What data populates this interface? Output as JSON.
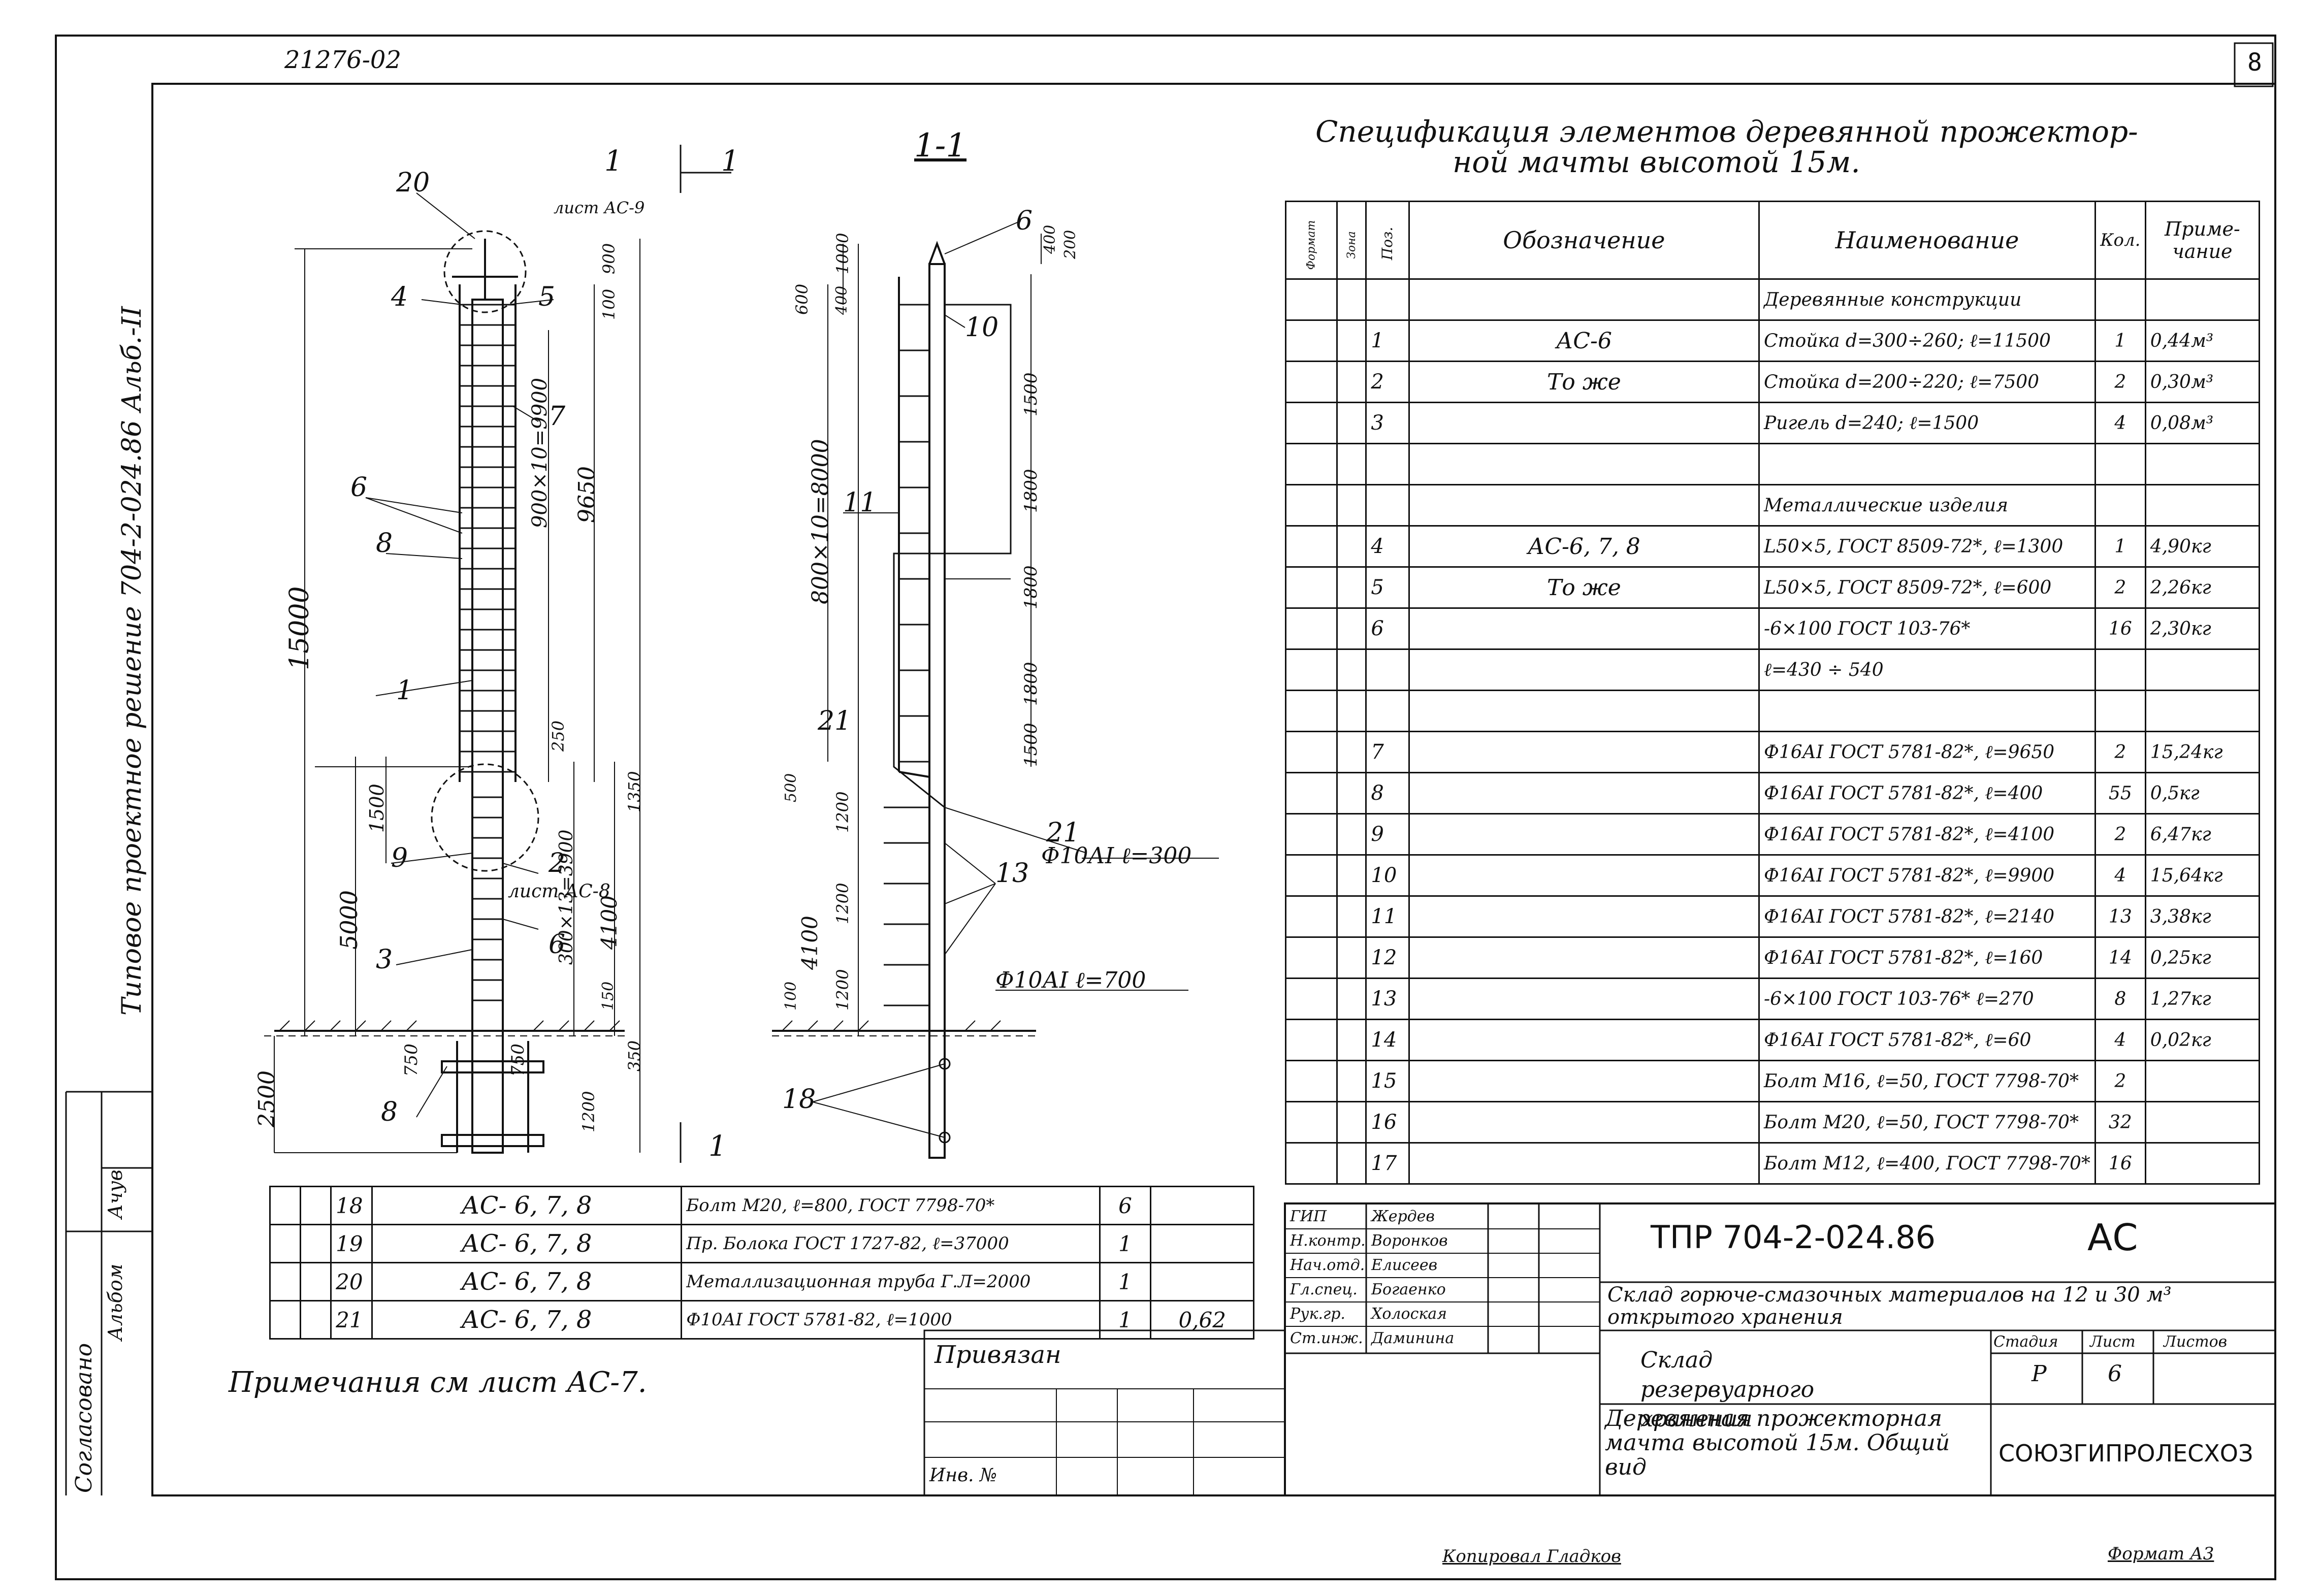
{
  "header": {
    "album_code": "21276-02",
    "sheet_number": "8"
  },
  "side_text": {
    "title": "Типовое проектное решение 704-2-024.86 Альб.-II",
    "agreed": "Согласовано",
    "approved_short": "Альбом",
    "approved_sig": "Ачув"
  },
  "spec_title": {
    "line1": "Спецификация элементов деревянной прожектор-",
    "line2": "ной мачты высотой 15м."
  },
  "spec_header": {
    "format": "Формат",
    "zone": "Зона",
    "pos": "Поз.",
    "designation": "Обозначение",
    "name": "Наименование",
    "qty": "Кол.",
    "note": "Приме-\nчание"
  },
  "spec_rows": [
    {
      "pos": "",
      "designation": "",
      "name": "Деревянные конструкции",
      "qty": "",
      "note": ""
    },
    {
      "pos": "1",
      "designation": "АС-6",
      "name": "Стойка d=300÷260; ℓ=11500",
      "qty": "1",
      "note": "0,44м³"
    },
    {
      "pos": "2",
      "designation": "То же",
      "name": "Стойка d=200÷220; ℓ=7500",
      "qty": "2",
      "note": "0,30м³"
    },
    {
      "pos": "3",
      "designation": "",
      "name": "Ригель d=240; ℓ=1500",
      "qty": "4",
      "note": "0,08м³"
    },
    {
      "pos": "",
      "designation": "",
      "name": "",
      "qty": "",
      "note": ""
    },
    {
      "pos": "",
      "designation": "",
      "name": "Металлические изделия",
      "qty": "",
      "note": ""
    },
    {
      "pos": "4",
      "designation": "АС-6, 7, 8",
      "name": "L50×5, ГОСТ 8509-72*, ℓ=1300",
      "qty": "1",
      "note": "4,90кг"
    },
    {
      "pos": "5",
      "designation": "То же",
      "name": "L50×5, ГОСТ 8509-72*, ℓ=600",
      "qty": "2",
      "note": "2,26кг"
    },
    {
      "pos": "6",
      "designation": "",
      "name": "-6×100 ГОСТ 103-76*",
      "qty": "16",
      "note": "2,30кг"
    },
    {
      "pos": "",
      "designation": "",
      "name": "ℓ=430 ÷ 540",
      "qty": "",
      "note": ""
    },
    {
      "pos": "",
      "designation": "",
      "name": "",
      "qty": "",
      "note": ""
    },
    {
      "pos": "7",
      "designation": "",
      "name": "Ф16АI ГОСТ 5781-82*, ℓ=9650",
      "qty": "2",
      "note": "15,24кг"
    },
    {
      "pos": "8",
      "designation": "",
      "name": "Ф16АI ГОСТ 5781-82*, ℓ=400",
      "qty": "55",
      "note": "0,5кг"
    },
    {
      "pos": "9",
      "designation": "",
      "name": "Ф16АI ГОСТ 5781-82*, ℓ=4100",
      "qty": "2",
      "note": "6,47кг"
    },
    {
      "pos": "10",
      "designation": "",
      "name": "Ф16АI ГОСТ 5781-82*, ℓ=9900",
      "qty": "4",
      "note": "15,64кг"
    },
    {
      "pos": "11",
      "designation": "",
      "name": "Ф16АI ГОСТ 5781-82*, ℓ=2140",
      "qty": "13",
      "note": "3,38кг"
    },
    {
      "pos": "12",
      "designation": "",
      "name": "Ф16АI ГОСТ 5781-82*, ℓ=160",
      "qty": "14",
      "note": "0,25кг"
    },
    {
      "pos": "13",
      "designation": "",
      "name": "-6×100 ГОСТ 103-76* ℓ=270",
      "qty": "8",
      "note": "1,27кг"
    },
    {
      "pos": "14",
      "designation": "",
      "name": "Ф16АI ГОСТ 5781-82*, ℓ=60",
      "qty": "4",
      "note": "0,02кг"
    },
    {
      "pos": "15",
      "designation": "",
      "name": "Болт М16, ℓ=50, ГОСТ 7798-70*",
      "qty": "2",
      "note": ""
    },
    {
      "pos": "16",
      "designation": "",
      "name": "Болт М20, ℓ=50, ГОСТ 7798-70*",
      "qty": "32",
      "note": ""
    },
    {
      "pos": "17",
      "designation": "",
      "name": "Болт М12, ℓ=400, ГОСТ 7798-70*",
      "qty": "16",
      "note": ""
    }
  ],
  "bottom_rows": [
    {
      "pos": "18",
      "designation": "АС- 6, 7, 8",
      "name": "Болт М20, ℓ=800, ГОСТ 7798-70*",
      "qty": "6",
      "note": ""
    },
    {
      "pos": "19",
      "designation": "АС- 6, 7, 8",
      "name": "Пр. Болока ГОСТ 1727-82, ℓ=37000",
      "qty": "1",
      "note": ""
    },
    {
      "pos": "20",
      "designation": "АС- 6, 7, 8",
      "name": "Металлизационная труба Г.Л=2000",
      "qty": "1",
      "note": ""
    },
    {
      "pos": "21",
      "designation": "АС- 6, 7, 8",
      "name": "Ф10АI ГОСТ 5781-82, ℓ=1000",
      "qty": "1",
      "note": "0,62"
    }
  ],
  "notes": "Примечания см лист АС-7.",
  "title_block": {
    "doc_code": "ТПР 704-2-024.86",
    "stage_mark": "АС",
    "object": "Склад горюче-смазочных материалов на 12 и 30 м³ открытого хранения",
    "part": "Склад резервуарного хранения",
    "sheet_title": "Деревянная прожекторная мачта высотой 15м. Общий вид",
    "org": "СОЮЗГИПРОЛЕСХОЗ",
    "stage_label": "Стадия",
    "sheet_label": "Лист",
    "sheets_label": "Листов",
    "stage": "Р",
    "sheet": "6",
    "sheets": "",
    "privyazan": "Привязан",
    "inv": "Инв. №"
  },
  "staff": [
    {
      "role": "ГИП",
      "name": "Жердев"
    },
    {
      "role": "Н.контр.",
      "name": "Воронков"
    },
    {
      "role": "Нач.отд.",
      "name": "Елисеев"
    },
    {
      "role": "Гл.спец.",
      "name": "Богаенко"
    },
    {
      "role": "Рук.гр.",
      "name": "Холоская"
    },
    {
      "role": "Ст.инж.",
      "name": "Даминина"
    }
  ],
  "footer": {
    "copied": "Копировал Гладков",
    "format": "Формат А3"
  },
  "drawing": {
    "section_label": "1-1",
    "section_mark": "1",
    "sheet_ref": "лист АС-9",
    "sheet_ref2": "лист АС-8",
    "dims_left": [
      "15000",
      "5000",
      "2500",
      "1500",
      "750",
      "750",
      "100",
      "900",
      "250"
    ],
    "dims_mid": [
      "900×10=9900",
      "9650",
      "300×13=3900",
      "4100",
      "1350",
      "350",
      "1200",
      "150"
    ],
    "dims_right": [
      "600",
      "1000",
      "400",
      "800×10=8000",
      "1500",
      "1800",
      "1800",
      "1800",
      "1500",
      "1200",
      "1200",
      "1200",
      "4100",
      "100",
      "500",
      "400",
      "200"
    ],
    "callouts": [
      "20",
      "4",
      "5",
      "7",
      "6",
      "8",
      "1",
      "2",
      "3",
      "8",
      "9",
      "6",
      "6",
      "10",
      "11",
      "21",
      "13",
      "21",
      "18"
    ],
    "rebar1": "Ф10АI ℓ=300",
    "rebar2": "Ф10АI ℓ=700"
  }
}
